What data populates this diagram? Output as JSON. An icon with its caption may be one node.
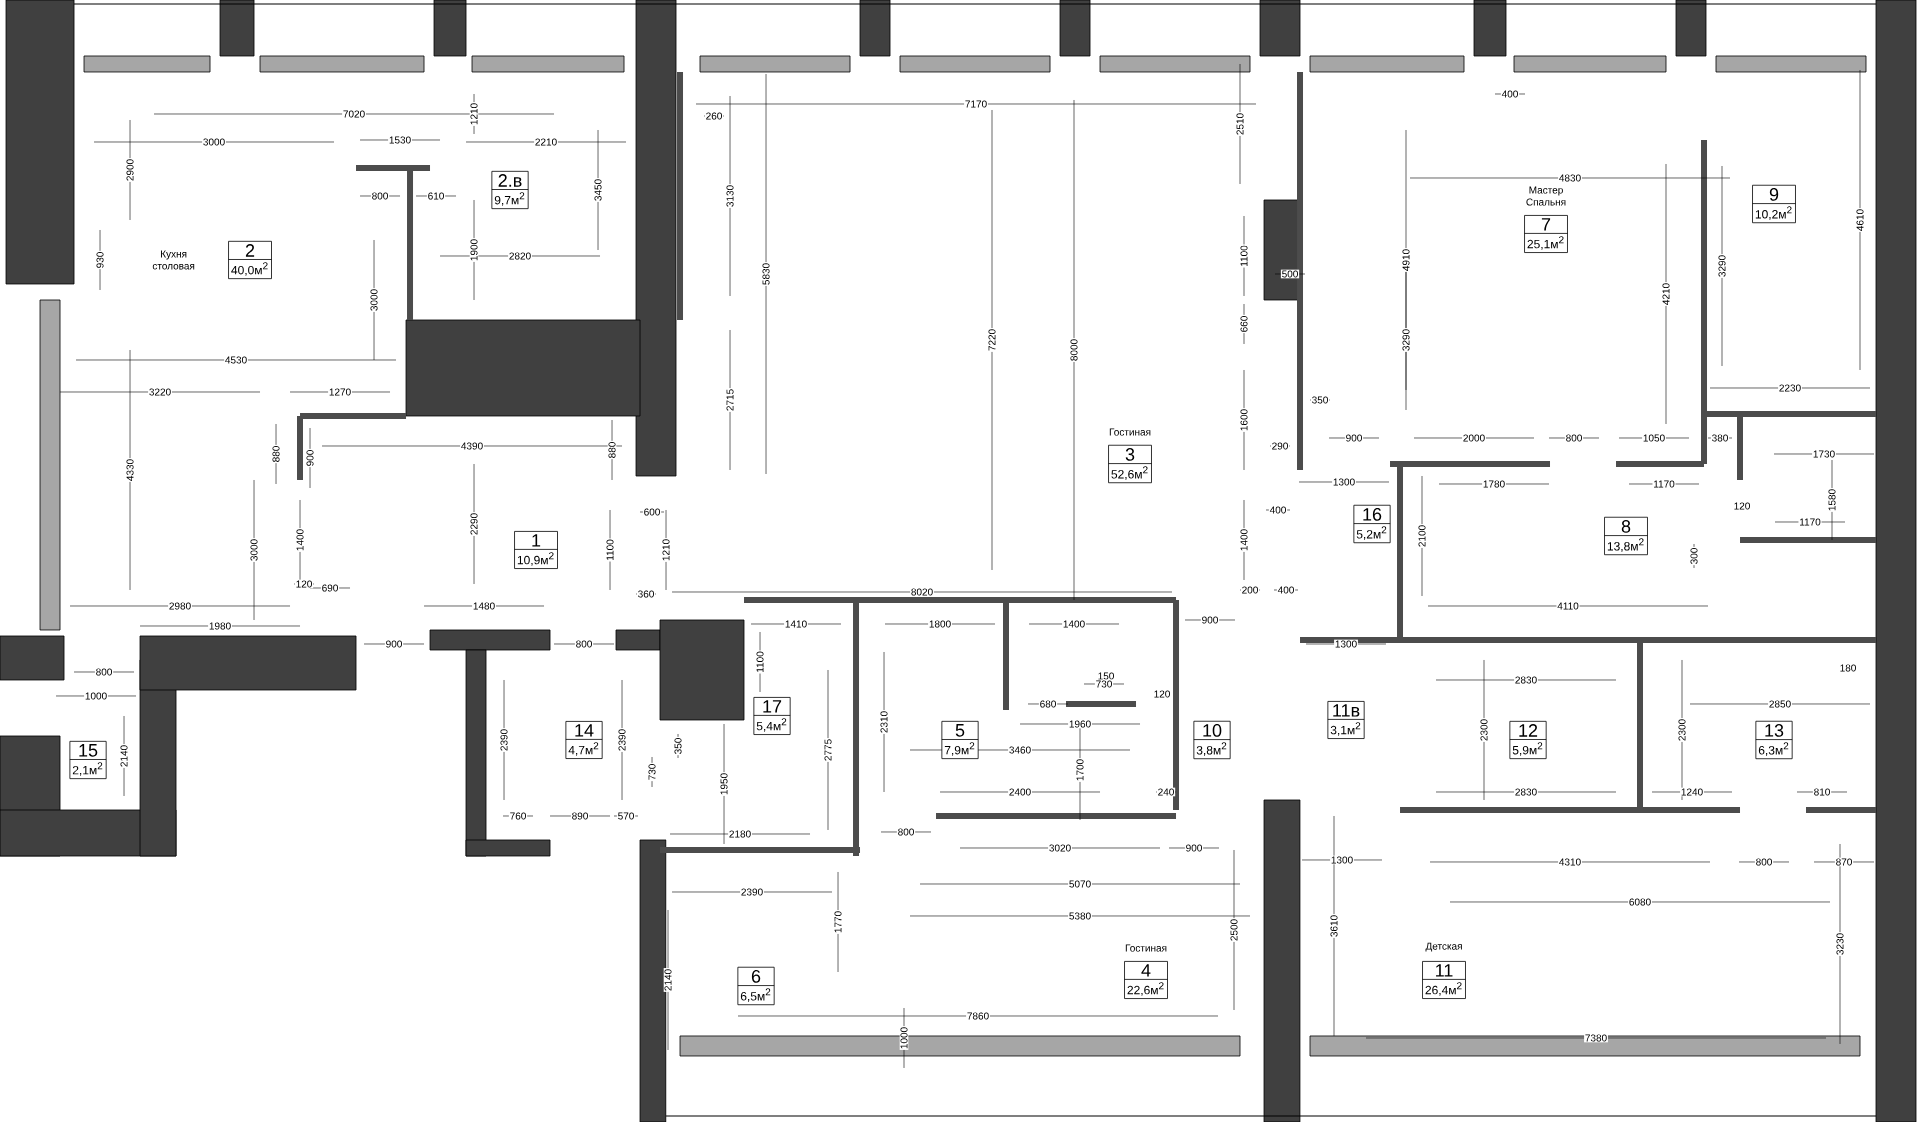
{
  "diagram": {
    "nodes": [
      {
        "text": [
          "Кухня столовая",
          "2",
          "40,0м$^{2}$"
        ]
      },
      {
        "text": [
          "2.в",
          "9,7м$^{2}$"
        ]
      },
      {
        "text": [
          "1",
          "10,9м$^{2}$"
        ]
      },
      {
        "text": [
          "Гостиная",
          "3",
          "52,6м$^{2}$"
        ]
      },
      {
        "text": [
          "Мастер Спальня",
          "7",
          "25,1м$^{2}$"
        ]
      },
      {
        "text": [
          "9",
          "10,2м$^{2}$"
        ]
      },
      {
        "text": [
          "16",
          "5,2м$^{2}$"
        ]
      },
      {
        "text": [
          "8",
          "13,8м$^{2}$"
        ]
      },
      {
        "text": [
          "15",
          "2,1м$^{2}$"
        ]
      },
      {
        "text": [
          "14",
          "4,7м$^{2}$"
        ]
      },
      {
        "text": [
          "17",
          "5,4м$^{2}$"
        ]
      },
      {
        "text": [
          "5",
          "7,9м$^{2}$"
        ]
      },
      {
        "text": [
          "10",
          "3,8м$^{2}$"
        ]
      },
      {
        "text": [
          "11в",
          "3,1м$^{2}$"
        ]
      },
      {
        "text": [
          "12",
          "5,9м$^{2}$"
        ]
      },
      {
        "text": [
          "13",
          "6,3м$^{2}$"
        ]
      },
      {
        "text": [
          "6",
          "6,5м$^{2}$"
        ]
      },
      {
        "text": [
          "Гостиная",
          "4",
          "22,6м$^{2}$"
        ]
      },
      {
        "text": [
          "Детская",
          "11",
          "26,4м$^{2}$"
        ]
      }
    ],
    "labels": [
      "7020",
      "3000",
      "1530",
      "2210",
      "2900",
      "1210",
      "3450",
      "800",
      "610",
      "930",
      "1900",
      "2820",
      "3000",
      "4530",
      "3220",
      "1270",
      "4330",
      "880",
      "900",
      "4390",
      "880",
      "3000",
      "1400",
      "2290",
      "1100",
      "1210",
      "2980",
      "1980",
      "120",
      "690",
      "1480",
      "900",
      "800",
      "800",
      "1000",
      "2140",
      "2390",
      "2390",
      "760",
      "890",
      "570",
      "730",
      "600",
      "360",
      "7170",
      "260",
      "3130",
      "5830",
      "2715",
      "7220",
      "8000",
      "2510",
      "1100",
      "500",
      "660",
      "1600",
      "290",
      "400",
      "1400",
      "8020",
      "200",
      "400",
      "900",
      "400",
      "4830",
      "4910",
      "3290",
      "4210",
      "3290",
      "4610",
      "2230",
      "900",
      "2000",
      "800",
      "1050",
      "350",
      "380",
      "1300",
      "1780",
      "1170",
      "1730",
      "1580",
      "1170",
      "2100",
      "120",
      "4110",
      "300",
      "1410",
      "1800",
      "1400",
      "1100",
      "2310",
      "2775",
      "680",
      "150",
      "730",
      "1960",
      "3460",
      "1700",
      "120",
      "2400",
      "240",
      "3020",
      "900",
      "2180",
      "800",
      "1950",
      "350",
      "2390",
      "5070",
      "5380",
      "1770",
      "7860",
      "1000",
      "2140",
      "2500",
      "1300",
      "2830",
      "2830",
      "2850",
      "180",
      "1240",
      "810",
      "1300",
      "4310",
      "800",
      "870",
      "6080",
      "3610",
      "3230",
      "7380",
      "2300",
      "2300"
    ]
  }
}
